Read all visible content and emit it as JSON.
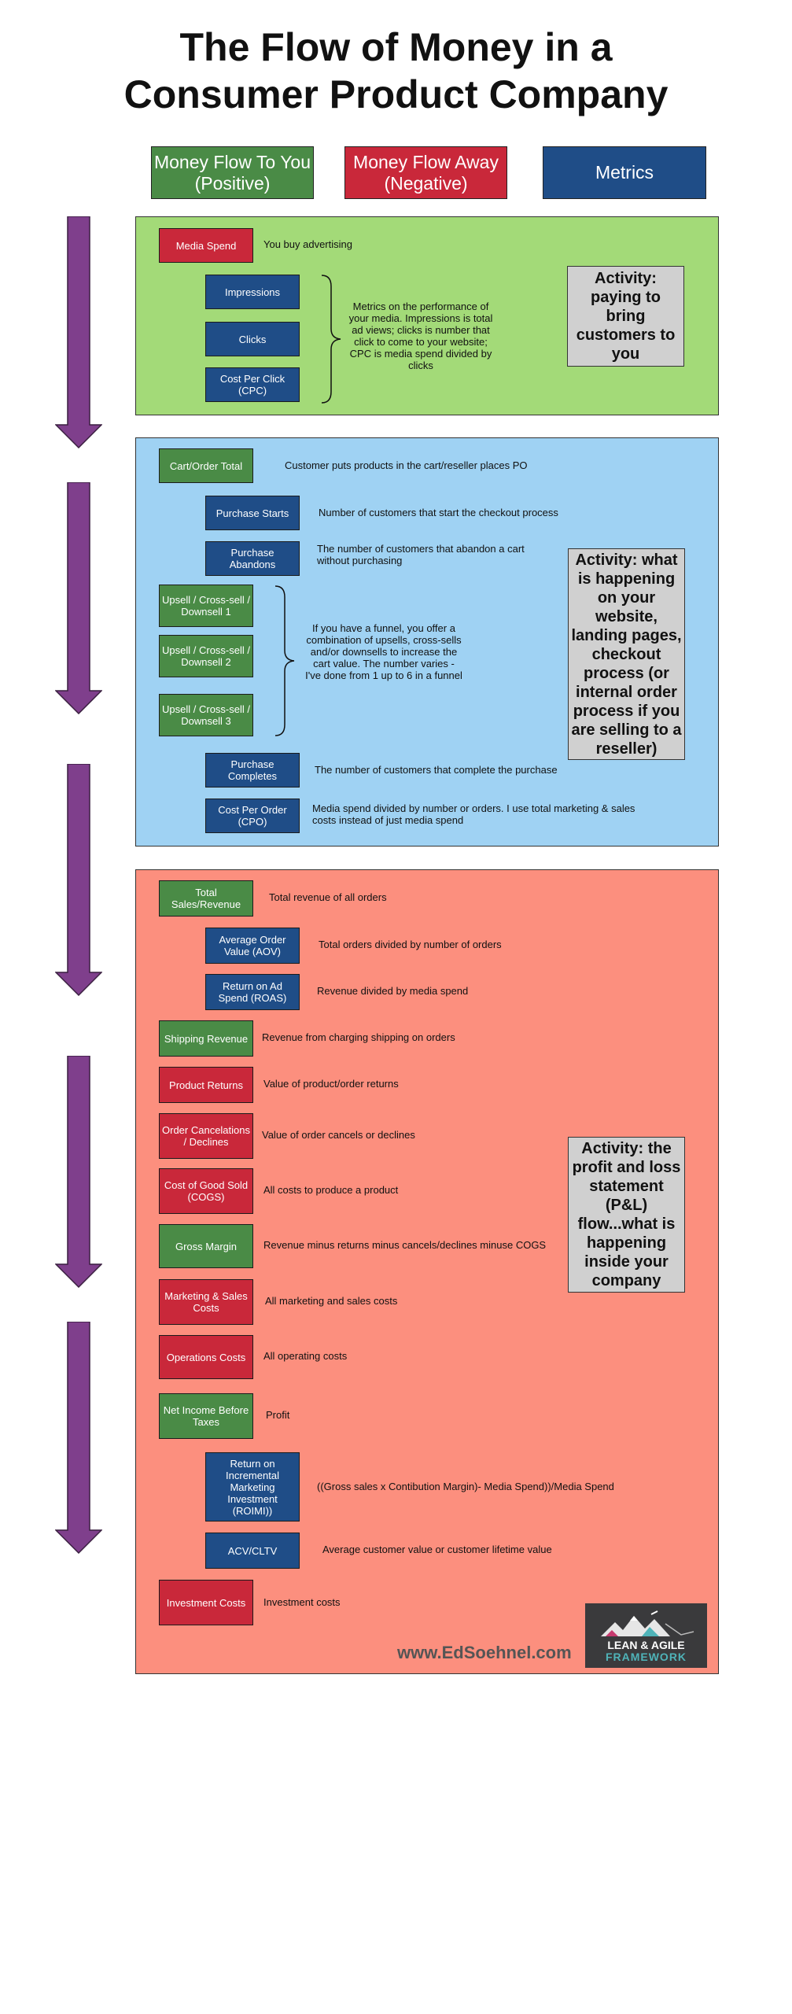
{
  "title": {
    "line1": "The Flow of Money in a",
    "line2": "Consumer Product Company"
  },
  "legend": {
    "positive": "Money Flow  To You (Positive)",
    "negative": "Money Flow Away (Negative)",
    "metrics": "Metrics"
  },
  "section1": {
    "media_spend": "Media Spend",
    "media_spend_desc": "You buy advertising",
    "impressions": "Impressions",
    "clicks": "Clicks",
    "cpc": "Cost Per Click (CPC)",
    "metrics_desc": "Metrics on the performance of your media.  Impressions is total ad views; clicks is number that click to come to your website; CPC is media spend divided by clicks",
    "activity": "Activity: paying to bring customers to you"
  },
  "section2": {
    "cart": "Cart/Order Total",
    "cart_desc": "Customer puts products in the cart/reseller places PO",
    "purchase_starts": "Purchase Starts",
    "purchase_starts_desc": "Number of customers that start the checkout process",
    "purchase_abandons": "Purchase Abandons",
    "purchase_abandons_desc": "The  number of customers that abandon a cart without purchasing",
    "upsell1": "Upsell / Cross-sell / Downsell 1",
    "upsell2": "Upsell / Cross-sell / Downsell 2",
    "upsell3": "Upsell / Cross-sell / Downsell 3",
    "upsell_desc": "If you have a funnel, you offer a combination of upsells, cross-sells and/or downsells to increase the cart value. The number varies - I've done from 1 up to 6 in a funnel",
    "purchase_completes": "Purchase Completes",
    "purchase_completes_desc": "The number of customers that complete the purchase",
    "cpo": "Cost Per Order (CPO)",
    "cpo_desc": "Media spend divided by number or orders.  I use total marketing & sales costs instead of just media spend",
    "activity": "Activity: what is happening on your website, landing pages, checkout process (or internal order process if you are selling to a reseller)"
  },
  "section3": {
    "total_sales": "Total Sales/Revenue",
    "total_sales_desc": "Total revenue of all orders",
    "aov": "Average Order Value (AOV)",
    "aov_desc": "Total orders divided by number of orders",
    "roas": "Return on Ad Spend (ROAS)",
    "roas_desc": "Revenue divided by media spend",
    "shipping": "Shipping Revenue",
    "shipping_desc": "Revenue from charging shipping on orders",
    "returns": "Product Returns",
    "returns_desc": "Value of product/order returns",
    "cancels": "Order Cancelations / Declines",
    "cancels_desc": "Value of order cancels or declines",
    "cogs": "Cost of Good Sold (COGS)",
    "cogs_desc": "All costs to produce a product",
    "gross_margin": "Gross Margin",
    "gross_margin_desc": "Revenue minus returns minus cancels/declines minuse COGS",
    "marketing": "Marketing & Sales Costs",
    "marketing_desc": "All marketing and sales costs",
    "operations": "Operations Costs",
    "operations_desc": "All operating costs",
    "net_income": "Net Income Before Taxes",
    "net_income_desc": "Profit",
    "roimi": "Return on Incremental Marketing Investment (ROIMI))",
    "roimi_desc": "((Gross sales x Contibution Margin)- Media Spend))/Media Spend",
    "acv": "ACV/CLTV",
    "acv_desc": "Average customer value or customer lifetime value",
    "investment": "Investment Costs",
    "investment_desc": "Investment costs",
    "activity": "Activity: the profit and loss statement (P&L) flow...what is happening inside your company",
    "website": "www.EdSoehnel.com",
    "logo_line1": "LEAN & AGILE",
    "logo_line2": "FRAMEWORK"
  },
  "colors": {
    "positive": "#4a8b46",
    "negative": "#c9283a",
    "metrics": "#1f4d87",
    "panel1": "#a3da78",
    "panel2": "#9fd2f3",
    "panel3": "#fc8f7e",
    "arrow": "#7f3f8c"
  }
}
